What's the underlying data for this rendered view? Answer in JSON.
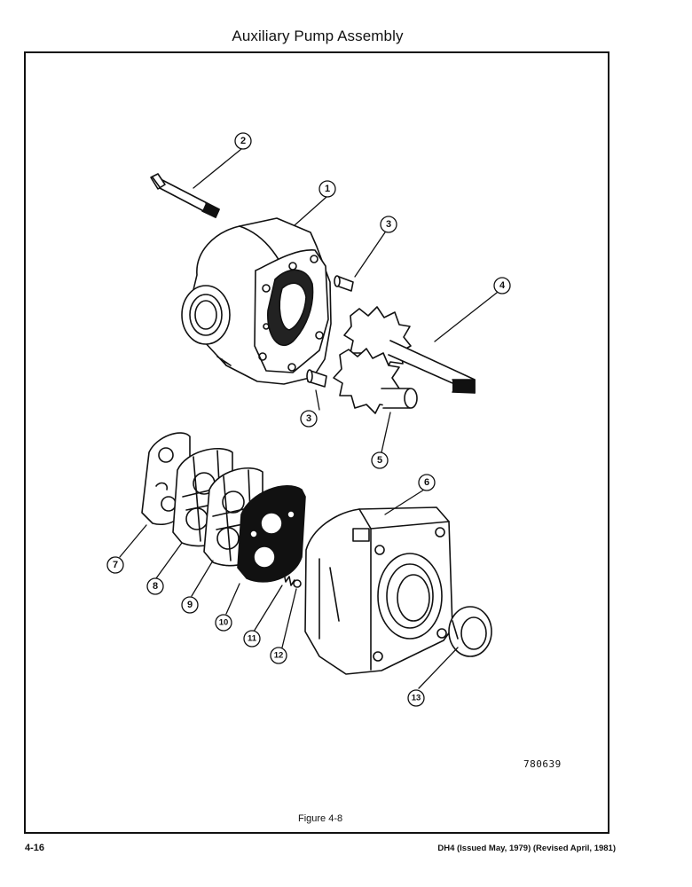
{
  "page": {
    "title": "Auxiliary Pump Assembly",
    "figure_code": "780639",
    "figure_caption": "Figure 4-8",
    "page_number": "4-16",
    "document_id": "DH4 (Issued May, 1979) (Revised April, 1981)"
  },
  "callouts": [
    "1",
    "2",
    "3",
    "3",
    "4",
    "5",
    "6",
    "7",
    "8",
    "9",
    "10",
    "11",
    "12",
    "13"
  ]
}
